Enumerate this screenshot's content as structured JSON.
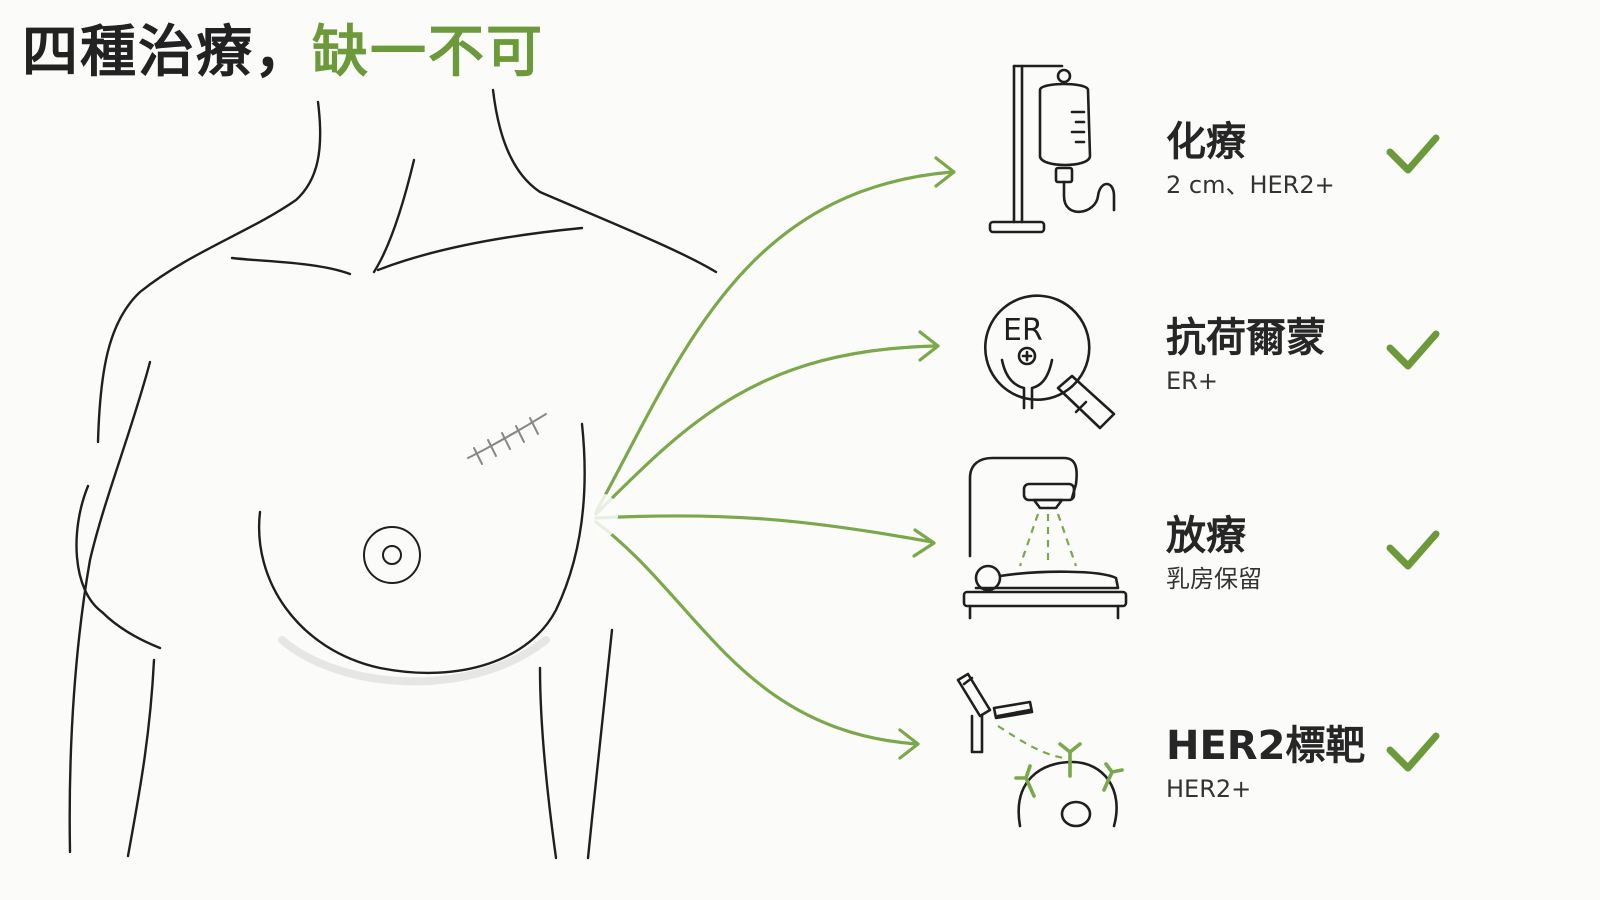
{
  "title": {
    "main": "四種治療，",
    "accent": "缺一不可"
  },
  "treatments": [
    {
      "name": "化療",
      "note": "2 cm、HER2+",
      "icon": "iv-drip-icon",
      "checked": true
    },
    {
      "name": "抗荷爾蒙",
      "note": "ER+",
      "icon": "er-receptor-icon",
      "badge": "ER",
      "checked": true
    },
    {
      "name": "放療",
      "note": "乳房保留",
      "icon": "radiotherapy-icon",
      "checked": true
    },
    {
      "name": "HER2標靶",
      "note": "HER2+",
      "icon": "antibody-icon",
      "checked": true
    }
  ],
  "colors": {
    "accent": "#6c9a3a",
    "line": "#222222",
    "arrow": "#7aa84a"
  }
}
